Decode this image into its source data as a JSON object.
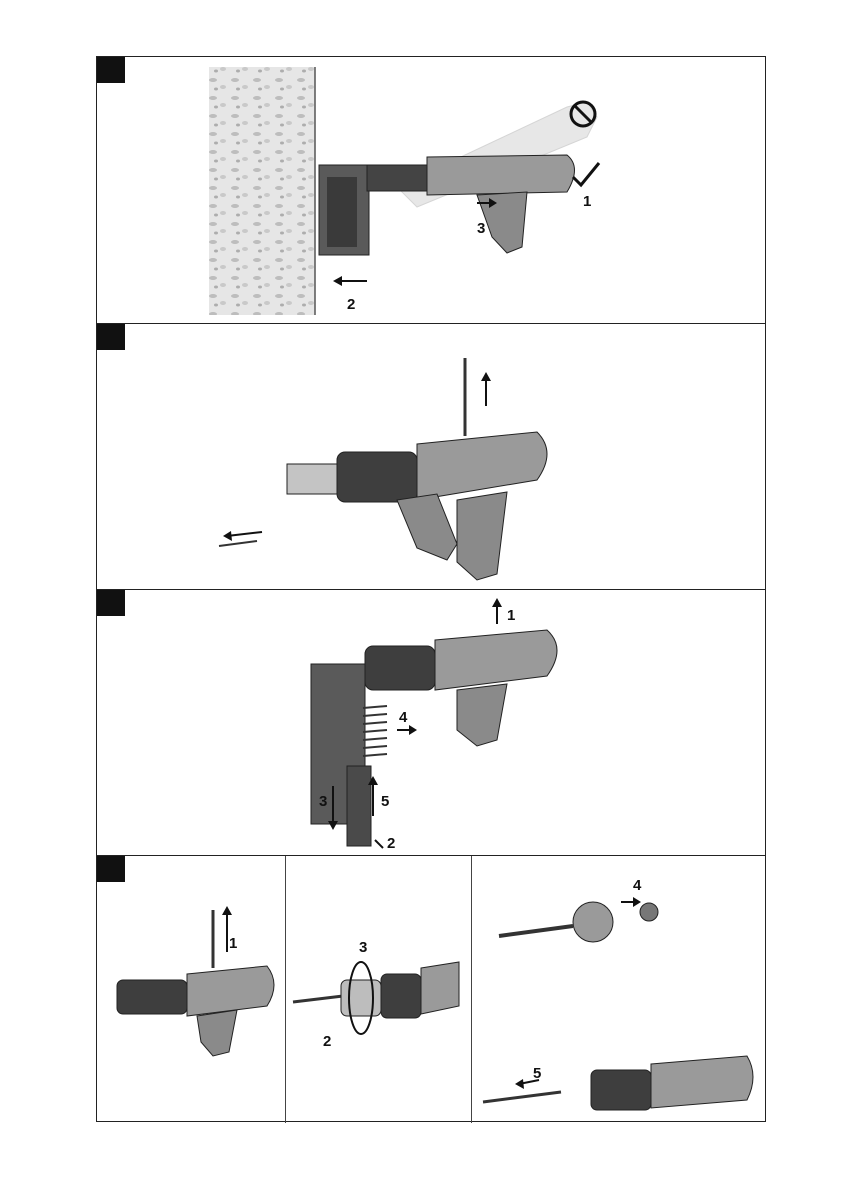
{
  "panels": [
    {
      "id": "step-1",
      "callouts": [
        "1",
        "2",
        "3"
      ],
      "symbols": {
        "prohibited": "prohibited-icon",
        "ok": "checkmark-icon"
      }
    },
    {
      "id": "step-2",
      "callouts": []
    },
    {
      "id": "step-3",
      "callouts": [
        "1",
        "2",
        "3",
        "4",
        "5"
      ]
    },
    {
      "id": "step-4",
      "callouts": [
        "1",
        "2",
        "3",
        "4",
        "5"
      ]
    }
  ],
  "colors": {
    "tool_dark": "#3a3a3a",
    "tool_mid": "#9a9a9a",
    "tool_light": "#d0d0d0",
    "ink": "#111111"
  }
}
